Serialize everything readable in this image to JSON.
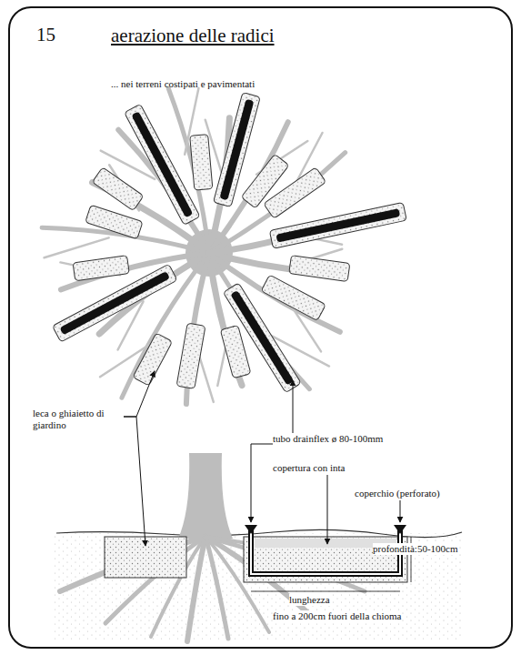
{
  "diagram": {
    "title": "aerazione delle radici",
    "labels": [
      "15",
      "... nei terreni costipati e pavimentati",
      "leca o ghiaietto di giardino",
      "tubo drainflex ø 80-100mm",
      "copertura con inta",
      "coperchio (perforato)",
      "profondità:50-100cm",
      "lunghezza",
      "fino a 200cm fuori della chioma"
    ]
  }
}
